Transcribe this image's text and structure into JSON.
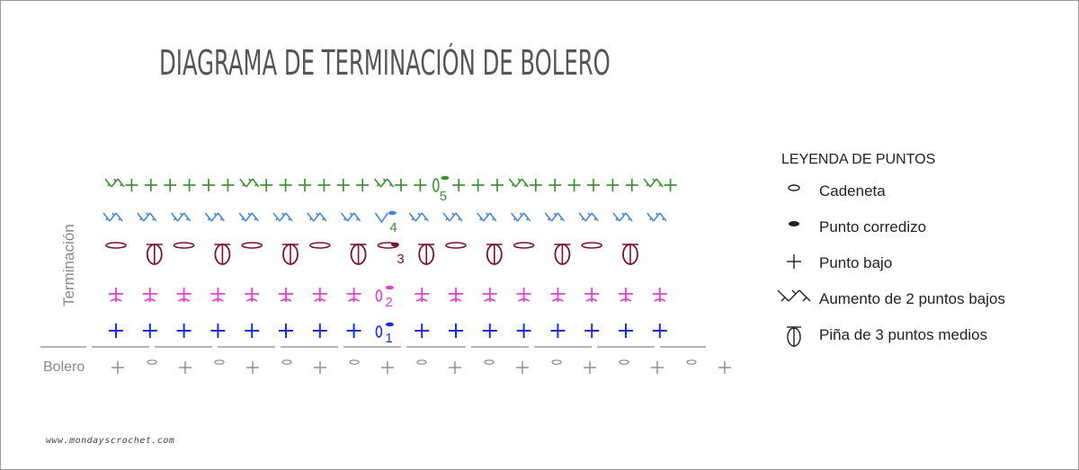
{
  "title": "DIAGRAMA DE TERMINACIÓN DE BOLERO",
  "y_axis_label": "Terminación",
  "base_label": "Bolero",
  "watermark": "www.mondayscrochet.com",
  "colors": {
    "row1": "#1a2fd6",
    "row2": "#e33fcf",
    "row3": "#7a1131",
    "row4": "#4a86d8",
    "row5": "#3f8f34",
    "base": "#888888",
    "legend": "#222222"
  },
  "rows": [
    {
      "number": "1",
      "name": "row-1",
      "stitch": "punto-bajo",
      "color_key": "row1"
    },
    {
      "number": "2",
      "name": "row-2",
      "stitch": "punto-bajo-fino",
      "color_key": "row2"
    },
    {
      "number": "3",
      "name": "row-3",
      "stitch": "pina-y-cadeneta",
      "color_key": "row3"
    },
    {
      "number": "4",
      "name": "row-4",
      "stitch": "aumento",
      "color_key": "row4"
    },
    {
      "number": "5",
      "name": "row-5",
      "stitch": "punto-bajo-y-aumento",
      "color_key": "row5"
    }
  ],
  "legend": {
    "title": "LEYENDA DE PUNTOS",
    "items": [
      {
        "icon": "chain-stitch-icon",
        "label": "Cadeneta"
      },
      {
        "icon": "slip-stitch-icon",
        "label": "Punto corredizo"
      },
      {
        "icon": "single-crochet-icon",
        "label": "Punto bajo"
      },
      {
        "icon": "increase-icon",
        "label": "Aumento de 2 puntos bajos"
      },
      {
        "icon": "puff-stitch-icon",
        "label": "Piña de 3 puntos medios"
      }
    ]
  }
}
